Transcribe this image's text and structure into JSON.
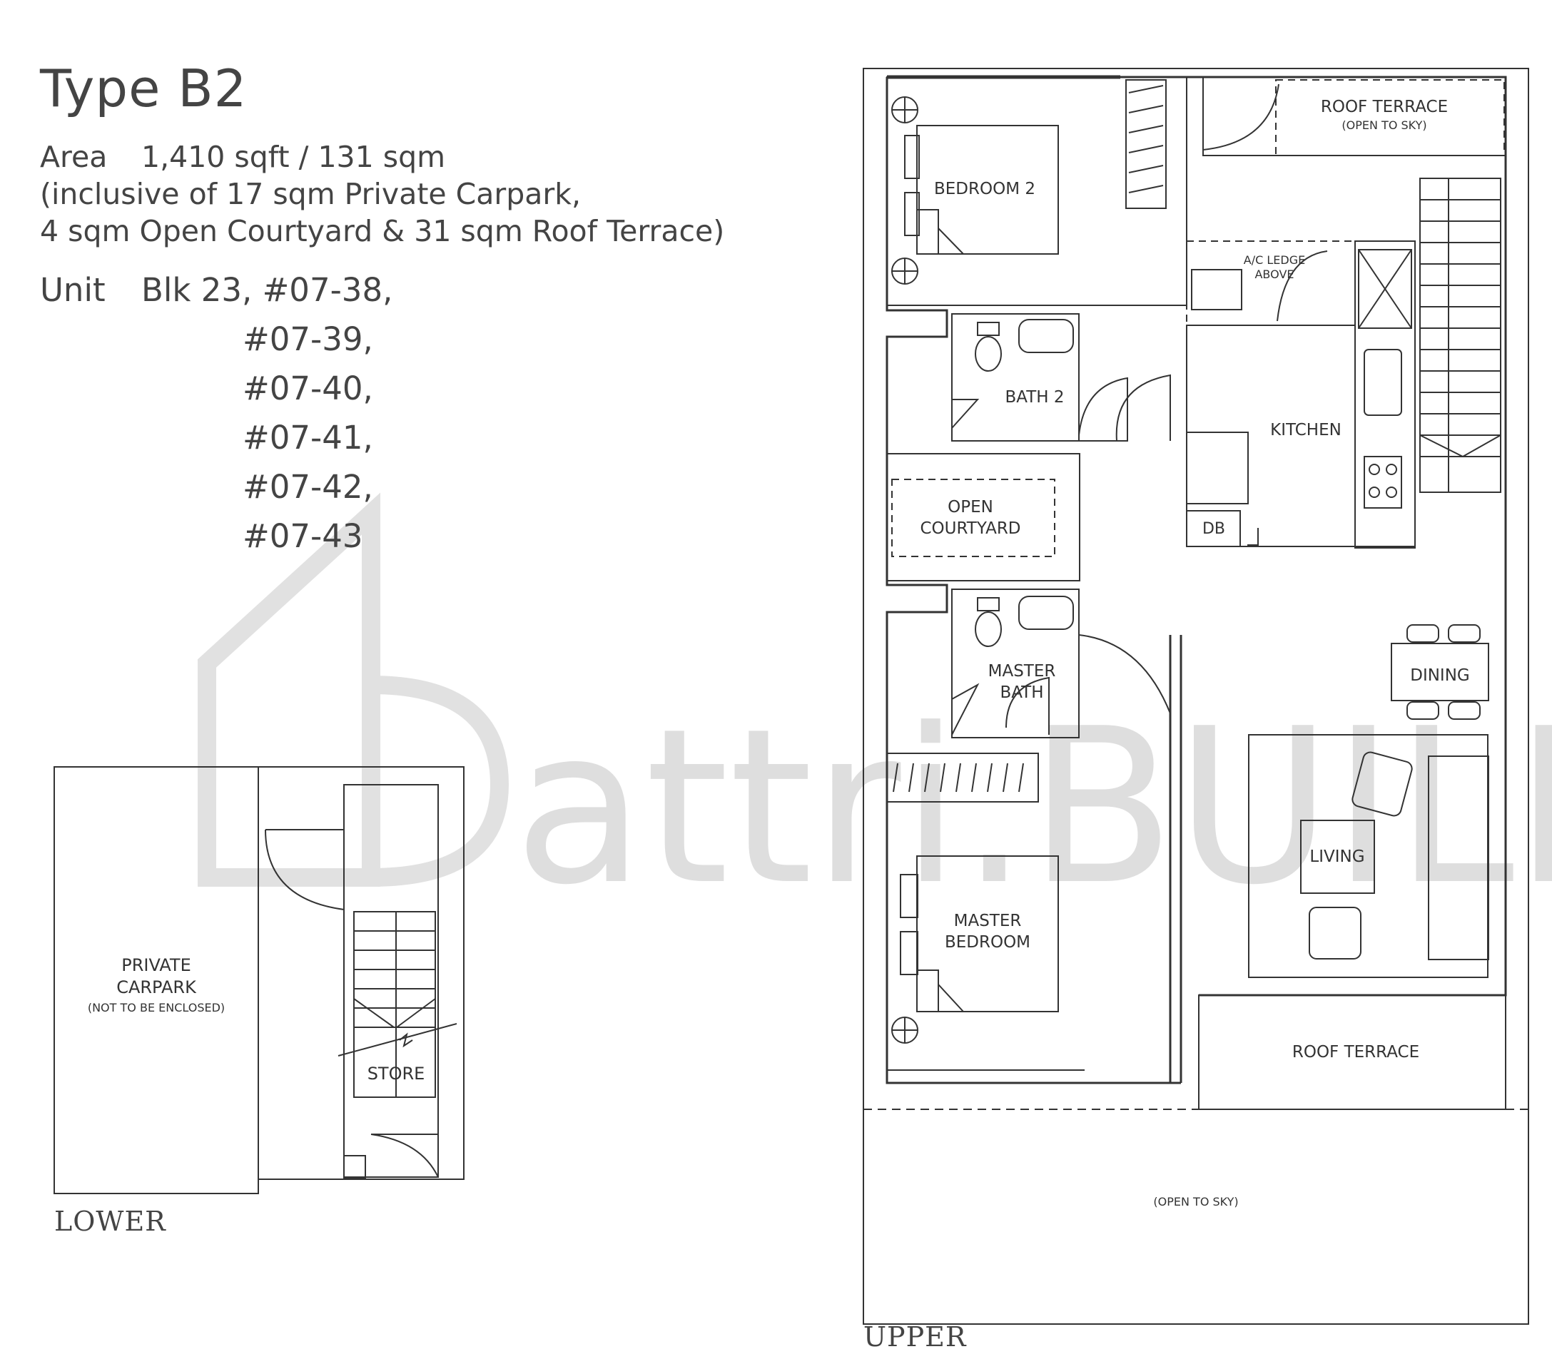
{
  "header": {
    "title": "Type B2",
    "area_label": "Area",
    "area_value": "1,410 sqft / 131 sqm",
    "area_note_1": "(inclusive of 17 sqm Private Carpark,",
    "area_note_2": "4 sqm Open Courtyard & 31 sqm Roof Terrace)",
    "unit_label": "Unit",
    "units": [
      "Blk 23, #07-38,",
      "#07-39,",
      "#07-40,",
      "#07-41,",
      "#07-42,",
      "#07-43"
    ]
  },
  "watermark": "attri.BUILD",
  "lower": {
    "caption": "LOWER",
    "carpark_1": "PRIVATE",
    "carpark_2": "CARPARK",
    "carpark_note": "(NOT TO BE ENCLOSED)",
    "store": "STORE"
  },
  "upper": {
    "caption": "UPPER",
    "roof_terrace_top": "ROOF TERRACE",
    "open_to_sky_top": "(OPEN TO SKY)",
    "bedroom_2": "BEDROOM 2",
    "ac_ledge_1": "A/C LEDGE",
    "ac_ledge_2": "ABOVE",
    "bath_2": "BATH 2",
    "kitchen": "KITCHEN",
    "courtyard_1": "OPEN",
    "courtyard_2": "COURTYARD",
    "db": "DB",
    "master_bath_1": "MASTER",
    "master_bath_2": "BATH",
    "dining": "DINING",
    "living": "LIVING",
    "master_bed_1": "MASTER",
    "master_bed_2": "BEDROOM",
    "roof_terrace_bottom": "ROOF TERRACE",
    "open_to_sky_bottom": "(OPEN TO SKY)"
  }
}
